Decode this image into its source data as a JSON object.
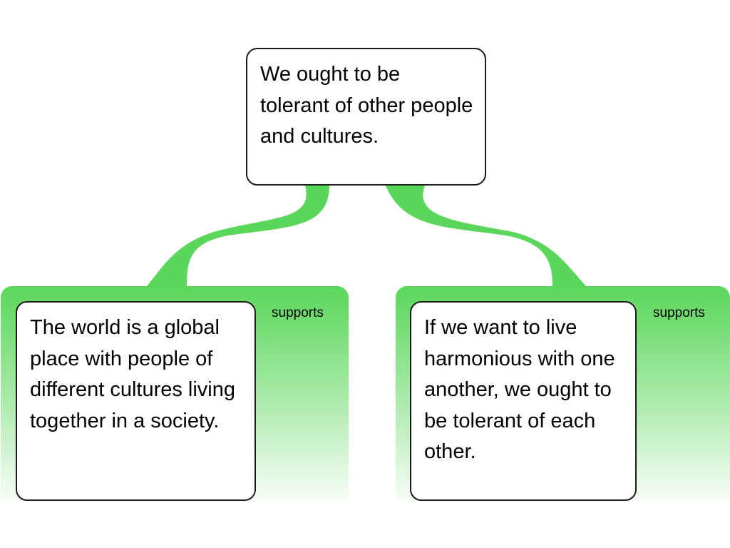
{
  "claim": {
    "text": "We ought to be tolerant of other people and cultures."
  },
  "reasons": [
    {
      "text": "The world is a global place with people of different cultures living together in a society.",
      "relation": "supports"
    },
    {
      "text": "If we want to live harmonious with one another, we ought to be tolerant of each other.",
      "relation": "supports"
    }
  ],
  "colors": {
    "connector": "#5ad75a",
    "node_border": "#1a1a1a",
    "node_fill": "#ffffff"
  }
}
